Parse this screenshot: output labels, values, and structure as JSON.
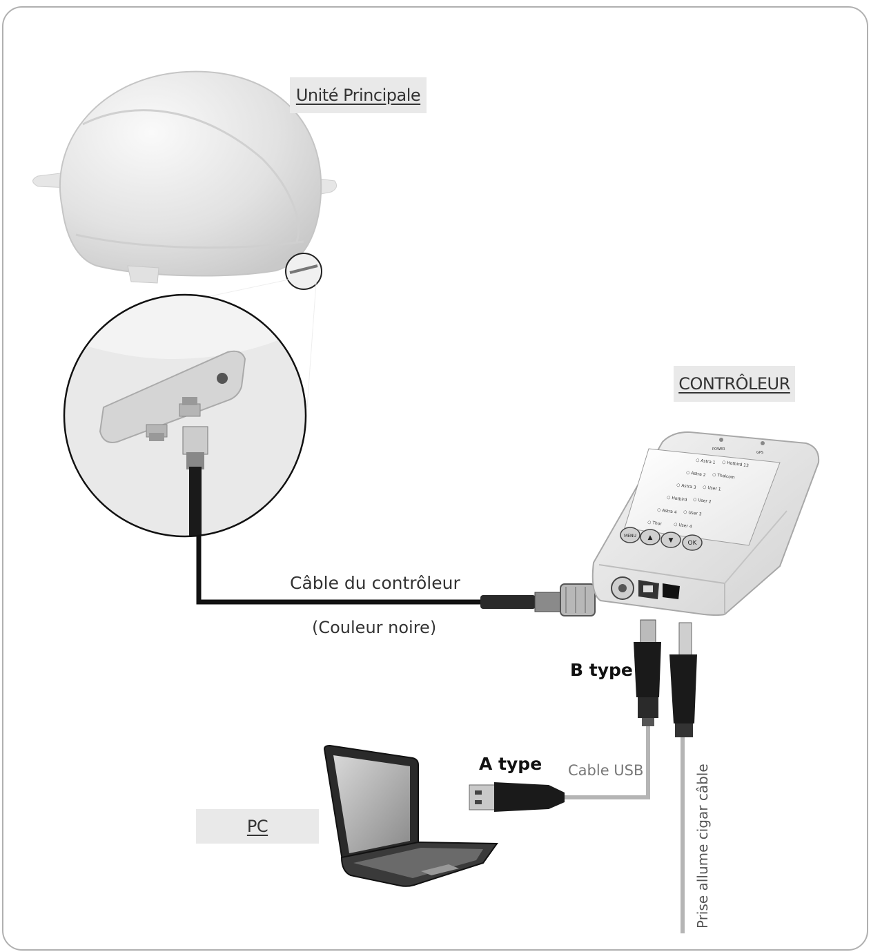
{
  "labels": {
    "main_unit": "Unité Principale",
    "controller": "CONTRÔLEUR",
    "pc": "PC",
    "controller_cable": "Câble du contrôleur",
    "cable_color": "(Couleur noire)",
    "b_type": "B type",
    "a_type": "A type",
    "usb_cable": "Cable USB",
    "cigar_cable": "Prise allume cigar câble"
  },
  "controller_screen": {
    "top_labels": [
      "POWER",
      "GPS"
    ],
    "options": [
      "Astra 1",
      "Hotbird 13",
      "Astra 2",
      "Thaicom",
      "Astra 3",
      "User 1",
      "Hotbird",
      "User 2",
      "Astra 4",
      "User 3",
      "Thor",
      "User 4"
    ],
    "buttons": [
      "MENU",
      "▲",
      "▼",
      "OK"
    ]
  },
  "colors": {
    "background": "#ffffff",
    "frame": "#b0b0b0",
    "tag_background": "#e9e9e9",
    "black_cable": "#111111",
    "grey_cable": "#b5b5b5"
  }
}
